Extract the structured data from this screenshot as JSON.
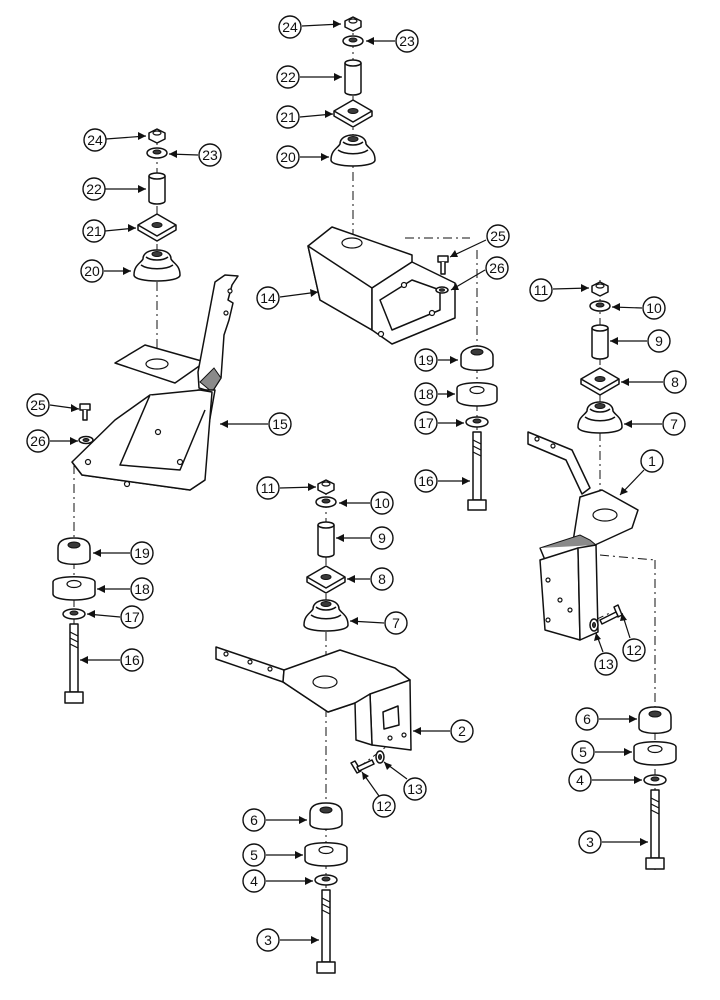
{
  "callouts": [
    {
      "id": "c-left-24",
      "label": "24"
    },
    {
      "id": "c-left-23",
      "label": "23"
    },
    {
      "id": "c-left-22",
      "label": "22"
    },
    {
      "id": "c-left-21",
      "label": "21"
    },
    {
      "id": "c-left-20",
      "label": "20"
    },
    {
      "id": "c-left-25",
      "label": "25"
    },
    {
      "id": "c-left-26",
      "label": "26"
    },
    {
      "id": "c-left-15",
      "label": "15"
    },
    {
      "id": "c-left-19",
      "label": "19"
    },
    {
      "id": "c-left-18",
      "label": "18"
    },
    {
      "id": "c-left-17",
      "label": "17"
    },
    {
      "id": "c-left-16",
      "label": "16"
    },
    {
      "id": "c-top-24",
      "label": "24"
    },
    {
      "id": "c-top-23",
      "label": "23"
    },
    {
      "id": "c-top-22",
      "label": "22"
    },
    {
      "id": "c-top-21",
      "label": "21"
    },
    {
      "id": "c-top-20",
      "label": "20"
    },
    {
      "id": "c-top-14",
      "label": "14"
    },
    {
      "id": "c-top-25",
      "label": "25"
    },
    {
      "id": "c-top-26",
      "label": "26"
    },
    {
      "id": "c-top-19",
      "label": "19"
    },
    {
      "id": "c-top-18",
      "label": "18"
    },
    {
      "id": "c-top-17",
      "label": "17"
    },
    {
      "id": "c-top-16",
      "label": "16"
    },
    {
      "id": "c-center-11",
      "label": "11"
    },
    {
      "id": "c-center-10",
      "label": "10"
    },
    {
      "id": "c-center-9",
      "label": "9"
    },
    {
      "id": "c-center-8",
      "label": "8"
    },
    {
      "id": "c-center-7",
      "label": "7"
    },
    {
      "id": "c-center-2",
      "label": "2"
    },
    {
      "id": "c-center-13",
      "label": "13"
    },
    {
      "id": "c-center-12",
      "label": "12"
    },
    {
      "id": "c-center-6",
      "label": "6"
    },
    {
      "id": "c-center-5",
      "label": "5"
    },
    {
      "id": "c-center-4",
      "label": "4"
    },
    {
      "id": "c-center-3",
      "label": "3"
    },
    {
      "id": "c-right-11",
      "label": "11"
    },
    {
      "id": "c-right-10",
      "label": "10"
    },
    {
      "id": "c-right-9",
      "label": "9"
    },
    {
      "id": "c-right-8",
      "label": "8"
    },
    {
      "id": "c-right-7",
      "label": "7"
    },
    {
      "id": "c-right-1",
      "label": "1"
    },
    {
      "id": "c-right-13",
      "label": "13"
    },
    {
      "id": "c-right-12",
      "label": "12"
    },
    {
      "id": "c-right-6",
      "label": "6"
    },
    {
      "id": "c-right-5",
      "label": "5"
    },
    {
      "id": "c-right-4",
      "label": "4"
    },
    {
      "id": "c-right-3",
      "label": "3"
    }
  ]
}
